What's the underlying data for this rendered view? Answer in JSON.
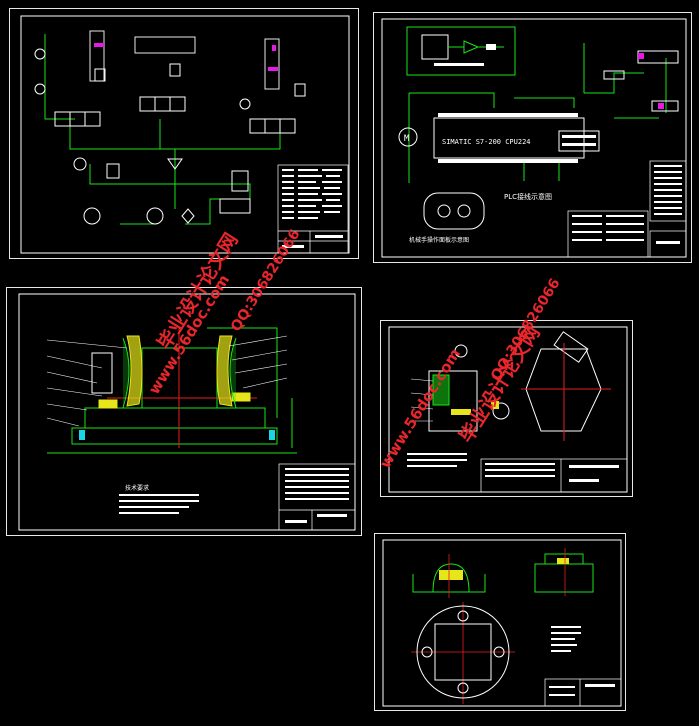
{
  "sheets": {
    "hydraulic": {
      "name": "hydraulic-schematic"
    },
    "plc": {
      "cpu_label": "SIMATIC S7-200 CPU224",
      "caption": "PLC接线示意图",
      "panel_caption": "机械手操作面板示意图"
    },
    "assembly": {
      "notes_title": "技术要求"
    },
    "gripper": {},
    "part": {}
  },
  "watermarks": [
    {
      "text": "毕业设计论文网",
      "color": "#e8262b"
    },
    {
      "text": "www.56doc.com",
      "color": "#e8262b"
    },
    {
      "text": "QQ:306826066",
      "color": "#e8262b"
    },
    {
      "text": "毕业设计论文网",
      "color": "#e8262b"
    },
    {
      "text": "www.56doc.com",
      "color": "#e8262b"
    },
    {
      "text": "QQ:306826066",
      "color": "#e8262b"
    }
  ],
  "colors": {
    "background": "#000000",
    "frame": "#ffffff",
    "line_green": "#19e619",
    "line_yellow": "#e6e619",
    "line_red": "#e81e1e",
    "line_magenta": "#e619e6",
    "line_cyan": "#19d6e6"
  }
}
